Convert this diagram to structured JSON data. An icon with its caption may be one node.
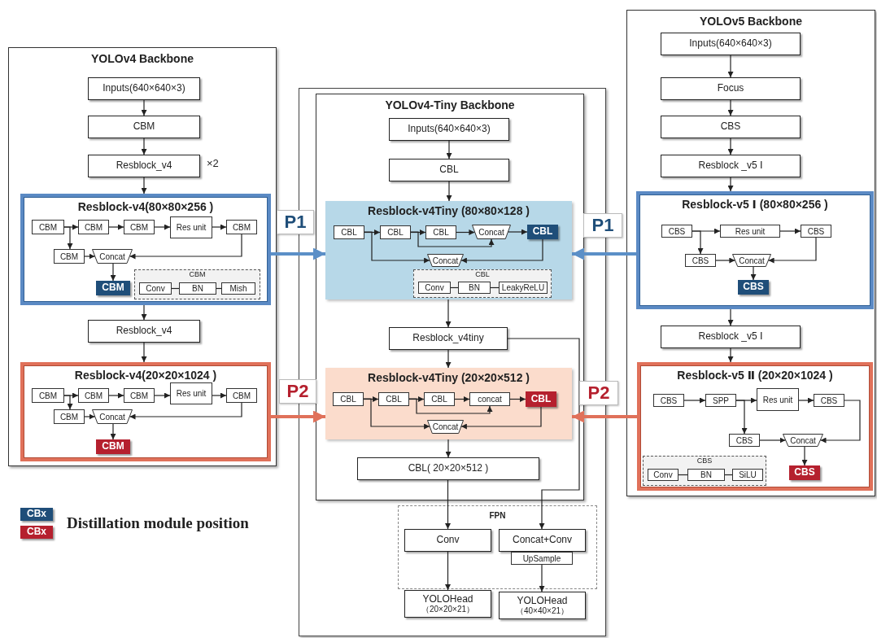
{
  "diagram": {
    "nodes": [
      {
        "text": [
          "YOLOv4 Backbone"
        ]
      },
      {
        "text": [
          "Inputs(640×640×3)"
        ],
        "in": 0
      },
      {
        "text": [
          "CBM"
        ],
        "in": 0
      },
      {
        "text": [
          "Resblock_v4"
        ],
        "in": 0,
        "beside": [
          "×2"
        ]
      },
      {
        "text": [
          "Resblock-v4(80×80×256 )"
        ],
        "in": 0
      },
      {
        "text": [
          "CBM"
        ],
        "in": 4
      },
      {
        "text": [
          "CBM"
        ],
        "in": 4
      },
      {
        "text": [
          "CBM"
        ],
        "in": 4
      },
      {
        "text": [
          "Res unit"
        ],
        "in": 4
      },
      {
        "text": [
          "CBM"
        ],
        "in": 4
      },
      {
        "text": [
          "CBM"
        ],
        "in": 4
      },
      {
        "text": [
          "Concat"
        ],
        "in": 4
      },
      {
        "text": [
          "CBM"
        ],
        "in": 4
      },
      {
        "text": [
          "CBM"
        ],
        "in": 4
      },
      {
        "text": [
          "Conv"
        ],
        "in": 13
      },
      {
        "text": [
          "BN"
        ],
        "in": 13
      },
      {
        "text": [
          "Mish"
        ],
        "in": 13
      },
      {
        "text": [
          "Resblock_v4"
        ],
        "in": 0
      },
      {
        "text": [
          "Resblock-v4(20×20×1024 )"
        ],
        "in": 0
      },
      {
        "text": [
          "CBM"
        ],
        "in": 18
      },
      {
        "text": [
          "CBM"
        ],
        "in": 18
      },
      {
        "text": [
          "CBM"
        ],
        "in": 18
      },
      {
        "text": [
          "Res unit"
        ],
        "in": 18
      },
      {
        "text": [
          "CBM"
        ],
        "in": 18
      },
      {
        "text": [
          "CBM"
        ],
        "in": 18
      },
      {
        "text": [
          "Concat"
        ],
        "in": 18
      },
      {
        "text": [
          "CBM"
        ],
        "in": 18
      },
      {
        "text": [],
        "shape": "box"
      },
      {
        "text": [
          "YOLOv4-Tiny Backbone"
        ],
        "in": 27
      },
      {
        "text": [
          "Inputs(640×640×3)"
        ],
        "in": 28
      },
      {
        "text": [
          "CBL"
        ],
        "in": 28
      },
      {
        "text": [
          "Resblock-v4Tiny (80×80×128 )"
        ],
        "in": 28
      },
      {
        "text": [
          "CBL"
        ],
        "in": 31
      },
      {
        "text": [
          "CBL"
        ],
        "in": 31
      },
      {
        "text": [
          "CBL"
        ],
        "in": 31
      },
      {
        "text": [
          "Concat"
        ],
        "in": 31
      },
      {
        "text": [
          "CBL"
        ],
        "in": 31
      },
      {
        "text": [
          "Concat"
        ],
        "in": 31
      },
      {
        "text": [
          "CBL"
        ],
        "in": 31
      },
      {
        "text": [
          "Conv"
        ],
        "in": 38
      },
      {
        "text": [
          "BN"
        ],
        "in": 38
      },
      {
        "text": [
          "LeakyReLU"
        ],
        "in": 38
      },
      {
        "text": [
          "Resblock_v4tiny"
        ],
        "in": 28
      },
      {
        "text": [
          "Resblock-v4Tiny (20×20×512 )"
        ],
        "in": 28
      },
      {
        "text": [
          "CBL"
        ],
        "in": 43
      },
      {
        "text": [
          "CBL"
        ],
        "in": 43
      },
      {
        "text": [
          "CBL"
        ],
        "in": 43
      },
      {
        "text": [
          "concat"
        ],
        "in": 43
      },
      {
        "text": [
          "CBL"
        ],
        "in": 43
      },
      {
        "text": [
          "Concat"
        ],
        "in": 43
      },
      {
        "text": [
          "CBL( 20×20×512 )"
        ],
        "in": 28
      },
      {
        "text": [
          "FPN"
        ],
        "in": 27
      },
      {
        "text": [
          "Conv"
        ],
        "in": 51
      },
      {
        "text": [
          "Concat+Conv"
        ],
        "in": 51
      },
      {
        "text": [
          "UpSample"
        ],
        "in": 51
      },
      {
        "text": [
          "YOLOHead",
          "（20×20×21）"
        ],
        "in": 27
      },
      {
        "text": [
          "YOLOHead",
          "（40×40×21）"
        ],
        "in": 27
      },
      {
        "text": [
          "YOLOv5 Backbone"
        ]
      },
      {
        "text": [
          "Inputs(640×640×3)"
        ],
        "in": 57
      },
      {
        "text": [
          "Focus"
        ],
        "in": 57
      },
      {
        "text": [
          "CBS"
        ],
        "in": 57
      },
      {
        "text": [
          "Resblock _v5 Ⅰ"
        ],
        "in": 57
      },
      {
        "text": [
          "Resblock-v5 Ⅰ (80×80×256 )"
        ],
        "in": 57
      },
      {
        "text": [
          "CBS"
        ],
        "in": 62
      },
      {
        "text": [
          "Res unit"
        ],
        "in": 62
      },
      {
        "text": [
          "CBS"
        ],
        "in": 62
      },
      {
        "text": [
          "CBS"
        ],
        "in": 62
      },
      {
        "text": [
          "Concat"
        ],
        "in": 62
      },
      {
        "text": [
          "CBS"
        ],
        "in": 62
      },
      {
        "text": [
          "Resblock _v5 Ⅰ"
        ],
        "in": 57
      },
      {
        "text": [
          "Resblock-v5 Ⅱ (20×20×1024 )"
        ],
        "in": 57
      },
      {
        "text": [
          "CBS"
        ],
        "in": 70
      },
      {
        "text": [
          "SPP"
        ],
        "in": 70
      },
      {
        "text": [
          "Res unit"
        ],
        "in": 70
      },
      {
        "text": [
          "CBS"
        ],
        "in": 70
      },
      {
        "text": [
          "CBS"
        ],
        "in": 70
      },
      {
        "text": [
          "Concat"
        ],
        "in": 70
      },
      {
        "text": [
          "CBS"
        ],
        "in": 70
      },
      {
        "text": [
          "CBS"
        ],
        "in": 70
      },
      {
        "text": [
          "Conv"
        ],
        "in": 78
      },
      {
        "text": [
          "BN"
        ],
        "in": 78
      },
      {
        "text": [
          "SiLU"
        ],
        "in": 78
      },
      {
        "text": [
          "CBx"
        ]
      },
      {
        "text": [
          "CBx"
        ]
      }
    ],
    "edges": [
      {
        "from": 1,
        "to": 2,
        "arrow": "to"
      },
      {
        "from": 2,
        "to": 3,
        "arrow": "to"
      },
      {
        "from": 3,
        "to": 4,
        "arrow": "to"
      },
      {
        "from": 4,
        "to": 17,
        "arrow": "to"
      },
      {
        "from": 17,
        "to": 18,
        "arrow": "to"
      },
      {
        "from": 5,
        "to": 6,
        "arrow": "to"
      },
      {
        "from": 6,
        "to": 7,
        "arrow": "to"
      },
      {
        "from": 7,
        "to": 8,
        "arrow": "to"
      },
      {
        "from": 8,
        "to": 9,
        "arrow": "to"
      },
      {
        "from": 5,
        "to": 10,
        "arrow": "to"
      },
      {
        "from": 10,
        "to": 11,
        "arrow": "to"
      },
      {
        "from": 9,
        "to": 11,
        "arrow": "to"
      },
      {
        "from": 11,
        "to": 12,
        "arrow": "to"
      },
      {
        "from": 14,
        "to": 15,
        "arrow": "none"
      },
      {
        "from": 15,
        "to": 16,
        "arrow": "none"
      },
      {
        "from": 19,
        "to": 20,
        "arrow": "to"
      },
      {
        "from": 20,
        "to": 21,
        "arrow": "to"
      },
      {
        "from": 21,
        "to": 22,
        "arrow": "to"
      },
      {
        "from": 22,
        "to": 23,
        "arrow": "to"
      },
      {
        "from": 19,
        "to": 24,
        "arrow": "to"
      },
      {
        "from": 24,
        "to": 25,
        "arrow": "to"
      },
      {
        "from": 23,
        "to": 25,
        "arrow": "to"
      },
      {
        "from": 25,
        "to": 26,
        "arrow": "to"
      },
      {
        "from": 29,
        "to": 30,
        "arrow": "to"
      },
      {
        "from": 30,
        "to": 31,
        "arrow": "to"
      },
      {
        "from": 32,
        "to": 33,
        "arrow": "to"
      },
      {
        "from": 33,
        "to": 34,
        "arrow": "to"
      },
      {
        "from": 34,
        "to": 35,
        "arrow": "to"
      },
      {
        "from": 35,
        "to": 36,
        "arrow": "to"
      },
      {
        "from": 33,
        "to": 35,
        "arrow": "to"
      },
      {
        "from": 32,
        "to": 37,
        "arrow": "to"
      },
      {
        "from": 36,
        "to": 37,
        "arrow": "to"
      },
      {
        "from": 39,
        "to": 40,
        "arrow": "none"
      },
      {
        "from": 40,
        "to": 41,
        "arrow": "none"
      },
      {
        "from": 31,
        "to": 42,
        "arrow": "to"
      },
      {
        "from": 42,
        "to": 43,
        "arrow": "to"
      },
      {
        "from": 44,
        "to": 45,
        "arrow": "to"
      },
      {
        "from": 45,
        "to": 46,
        "arrow": "to"
      },
      {
        "from": 46,
        "to": 47,
        "arrow": "to"
      },
      {
        "from": 47,
        "to": 48,
        "arrow": "to"
      },
      {
        "from": 45,
        "to": 47,
        "arrow": "to"
      },
      {
        "from": 44,
        "to": 49,
        "arrow": "to"
      },
      {
        "from": 48,
        "to": 49,
        "arrow": "to"
      },
      {
        "from": 43,
        "to": 50,
        "arrow": "to"
      },
      {
        "from": 50,
        "to": 52,
        "arrow": "to"
      },
      {
        "from": 42,
        "to": 53,
        "arrow": "to"
      },
      {
        "from": 52,
        "to": 55,
        "arrow": "to"
      },
      {
        "from": 54,
        "to": 56,
        "arrow": "to"
      },
      {
        "from": 58,
        "to": 59,
        "arrow": "to"
      },
      {
        "from": 59,
        "to": 60,
        "arrow": "to"
      },
      {
        "from": 60,
        "to": 61,
        "arrow": "to"
      },
      {
        "from": 61,
        "to": 62,
        "arrow": "to"
      },
      {
        "from": 62,
        "to": 69,
        "arrow": "to"
      },
      {
        "from": 69,
        "to": 70,
        "arrow": "to"
      },
      {
        "from": 63,
        "to": 64,
        "arrow": "to"
      },
      {
        "from": 63,
        "to": 66,
        "arrow": "to"
      },
      {
        "from": 64,
        "to": 65,
        "arrow": "to"
      },
      {
        "from": 65,
        "to": 67,
        "arrow": "to"
      },
      {
        "from": 66,
        "to": 67,
        "arrow": "to"
      },
      {
        "from": 67,
        "to": 68,
        "arrow": "to"
      },
      {
        "from": 71,
        "to": 72,
        "arrow": "to"
      },
      {
        "from": 72,
        "to": 73,
        "arrow": "to"
      },
      {
        "from": 72,
        "to": 75,
        "arrow": "to"
      },
      {
        "from": 73,
        "to": 74,
        "arrow": "to"
      },
      {
        "from": 74,
        "to": 76,
        "arrow": "to"
      },
      {
        "from": 75,
        "to": 76,
        "arrow": "to"
      },
      {
        "from": 76,
        "to": 77,
        "arrow": "to"
      },
      {
        "from": 79,
        "to": 80,
        "arrow": "none"
      },
      {
        "from": 80,
        "to": 81,
        "arrow": "none"
      },
      {
        "from": 4,
        "to": 31,
        "arrow": "to",
        "label": "P1",
        "style": "thick",
        "color": "#5b8fc7"
      },
      {
        "from": 62,
        "to": 31,
        "arrow": "to",
        "label": "P1",
        "style": "thick",
        "color": "#5b8fc7"
      },
      {
        "from": 18,
        "to": 43,
        "arrow": "to",
        "label": "P2",
        "style": "thick",
        "color": "#e0715a"
      },
      {
        "from": 70,
        "to": 43,
        "arrow": "to",
        "label": "P2",
        "style": "thick",
        "color": "#e0715a"
      }
    ],
    "labels": [
      "Distillation module position"
    ]
  }
}
